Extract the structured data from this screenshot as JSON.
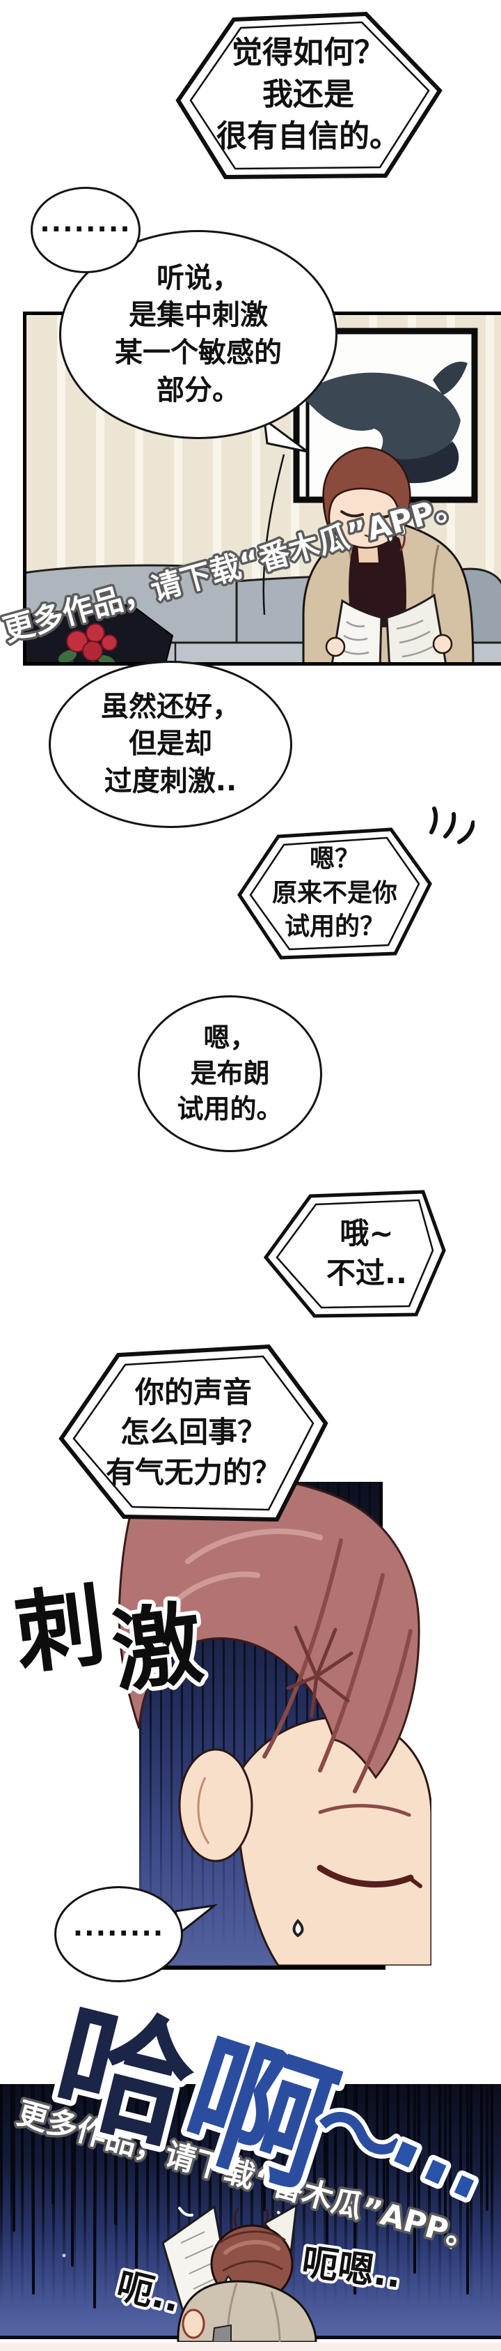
{
  "bubbles": {
    "confident": {
      "lines": [
        "觉得如何？",
        "我还是",
        "很有自信的。"
      ]
    },
    "dots_top": {
      "text": "........"
    },
    "heard": {
      "lines": [
        "听说，",
        "是集中刺激",
        "某一个敏感的",
        "部分。"
      ]
    },
    "although": {
      "lines": [
        "虽然还好，",
        "但是却",
        "过度刺激.."
      ]
    },
    "surprised": {
      "lines": [
        "嗯？",
        "原来不是你",
        "试用的？"
      ]
    },
    "brown": {
      "lines": [
        "嗯，",
        "是布朗",
        "试用的。"
      ]
    },
    "oh": {
      "lines": [
        "哦~",
        "不过.."
      ]
    },
    "voice": {
      "lines": [
        "你的声音",
        "怎么回事？",
        "有气无力的？"
      ]
    },
    "dots_mid": {
      "text": "........"
    },
    "uh_left": {
      "text": "呃.."
    },
    "uh_right": {
      "text": "呃嗯.."
    }
  },
  "sfx": {
    "stimulus": {
      "char1": "刺",
      "char2": "激"
    },
    "gasp": {
      "char1": "哈",
      "char2": "啊",
      "char3": "～",
      "dots": "…"
    }
  },
  "watermark": {
    "text": "更多作品，请下载“番木瓜”APP。"
  },
  "colors": {
    "page_bg": "#ffffff",
    "bubble_border": "#141414",
    "wall_beige": "#ece5d4",
    "window_night": "#3c4754",
    "couch_gray": "#aeb6bd",
    "pillow_dark": "#15161f",
    "flower_red": "#c23040",
    "hair_auburn": "#8a4a3c",
    "hair_rose": "#b27472",
    "skin": "#f8dfca",
    "cardigan_tan": "#d5c1a4",
    "shirt_maroon": "#2e151a",
    "night_panel_top": "#0a0e1c",
    "night_panel_bottom": "#5567a8",
    "sfx_dark_navy": "#1b2547",
    "sfx_blue": "#2b4da0",
    "watermark_fill": "#ffffff",
    "watermark_stroke": "#5c5c5c"
  }
}
